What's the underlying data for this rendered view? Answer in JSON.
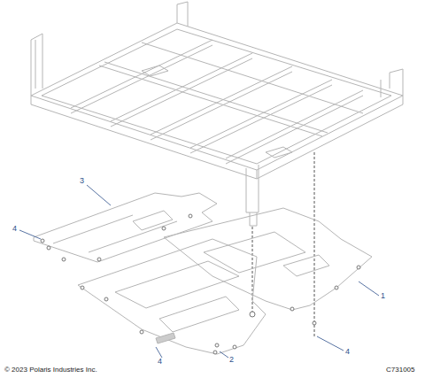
{
  "diagram": {
    "labels": [
      "3",
      "4",
      "1",
      "4",
      "2",
      "4",
      "© 2023 Polaris Industries Inc.",
      "C731005"
    ]
  }
}
